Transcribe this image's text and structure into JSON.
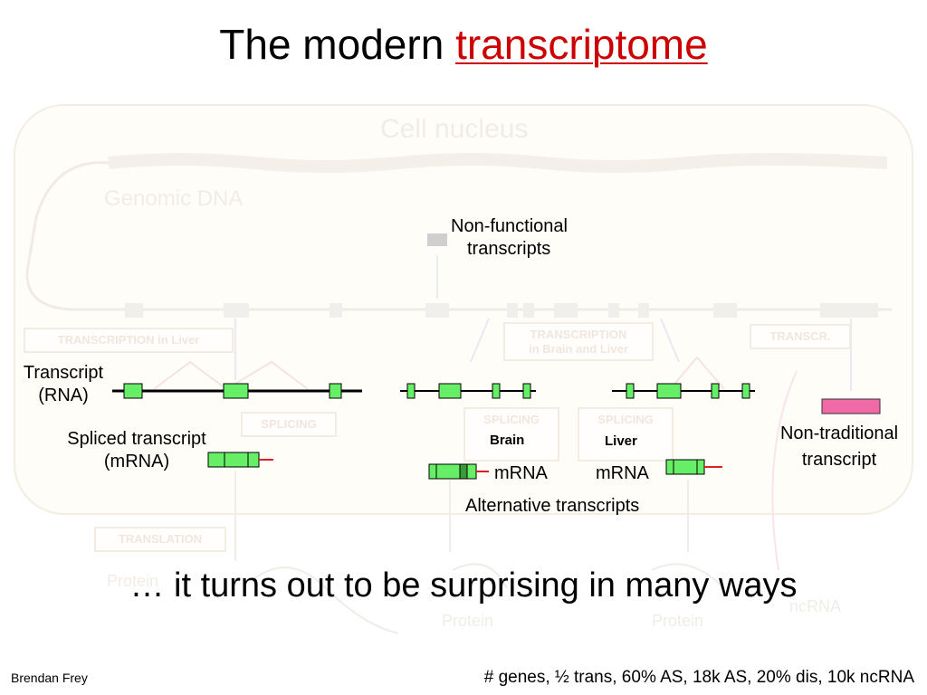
{
  "title": {
    "prefix": "The modern ",
    "highlight": "transcriptome"
  },
  "background": {
    "nucleus_label": "Cell nucleus",
    "dna_label": "Genomic DNA",
    "transcription_liver": "TRANSCRIPTION in Liver",
    "transcription_brain_liver_1": "TRANSCRIPTION",
    "transcription_brain_liver_2": "in Brain and Liver",
    "transcr": "TRANSCR.",
    "splicing_left": "SPLICING",
    "splicing_mid": "SPLICING",
    "splicing_right": "SPLICING",
    "translation": "TRANSLATION",
    "protein_left": "Protein",
    "protein_mid": "Protein",
    "protein_right": "Protein",
    "ncrna": "ncRNA"
  },
  "labels": {
    "non_functional_1": "Non-functional",
    "non_functional_2": "transcripts",
    "transcript_1": "Transcript",
    "transcript_2": "(RNA)",
    "spliced_1": "Spliced transcript",
    "spliced_2": "(mRNA)",
    "brain": "Brain",
    "liver": "Liver",
    "mrna_left": "mRNA",
    "mrna_right": "mRNA",
    "alternative": "Alternative transcripts",
    "non_traditional_1": "Non-traditional",
    "non_traditional_2": "transcript"
  },
  "headline": "… it turns out to be surprising in many ways",
  "footer": {
    "author": "Brendan Frey",
    "stats": "# genes, ½ trans, 60% AS, 18k AS, 20% dis, 10k ncRNA"
  },
  "colors": {
    "title_highlight": "#cc0000",
    "exon": "#66ee66",
    "exon_dark": "#3a9a3a",
    "ncrna_box": "#f06aa8",
    "tail": "#e02020",
    "faint": "#f1e9df"
  }
}
